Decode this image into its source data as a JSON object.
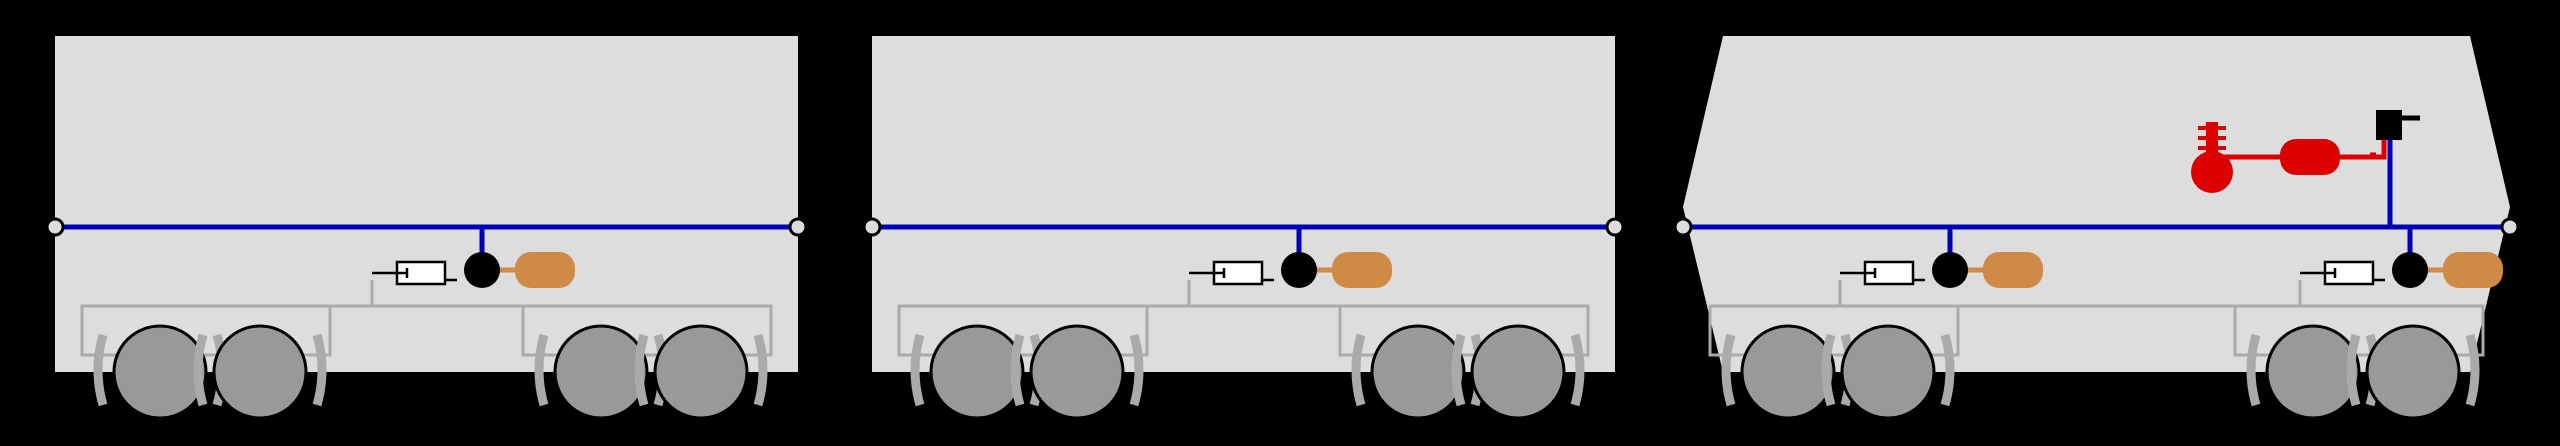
{
  "colors": {
    "background": "#000000",
    "car_body": "#dddddd",
    "brake_pipe": "#0000bb",
    "reservoir": "#d08a48",
    "compressor": "#dd0000",
    "wheel": "#999999",
    "wheel_guard": "#aaaaaa",
    "bogie_frame": "#aaaaaa",
    "valve": "#000000",
    "cylinder_fill": "#ffffff",
    "cylinder_line": "#000000",
    "outline": "#000000"
  },
  "icons": {
    "valve": "distributor-valve-icon",
    "reservoir": "auxiliary-reservoir-icon",
    "cylinder": "brake-cylinder-icon",
    "compressor": "air-compressor-icon",
    "brake_valve": "driver-brake-valve-icon",
    "coupling": "hose-coupling-icon",
    "wheel": "wheel-icon"
  },
  "cars": [
    {
      "id": "car-1",
      "type": "trailer",
      "has_compressor": false,
      "bogies": [
        {
          "id": "bogie-1a",
          "has_brake_unit": true
        },
        {
          "id": "bogie-1b",
          "has_brake_unit": false
        }
      ]
    },
    {
      "id": "car-2",
      "type": "trailer",
      "has_compressor": false,
      "bogies": [
        {
          "id": "bogie-2a",
          "has_brake_unit": true
        },
        {
          "id": "bogie-2b",
          "has_brake_unit": false
        }
      ]
    },
    {
      "id": "car-3",
      "type": "locomotive",
      "has_compressor": true,
      "bogies": [
        {
          "id": "bogie-3a",
          "has_brake_unit": true
        },
        {
          "id": "bogie-3b",
          "has_brake_unit": true
        }
      ]
    }
  ]
}
